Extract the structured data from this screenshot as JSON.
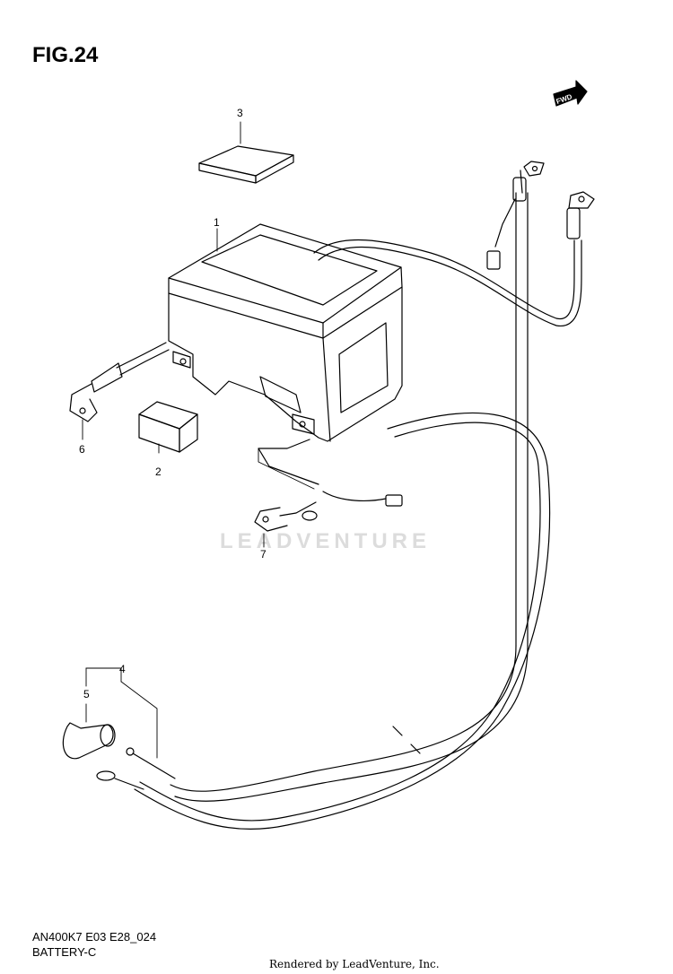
{
  "figure_title": "FIG.24",
  "model_code": "AN400K7 E03 E28_024",
  "section_caption": "BATTERY-C",
  "credit": "Rendered by LeadVenture, Inc.",
  "watermark": "LEADVENTURE",
  "fwd_label": "FWD",
  "callouts": [
    "1",
    "2",
    "3",
    "4",
    "5",
    "6",
    "7"
  ]
}
